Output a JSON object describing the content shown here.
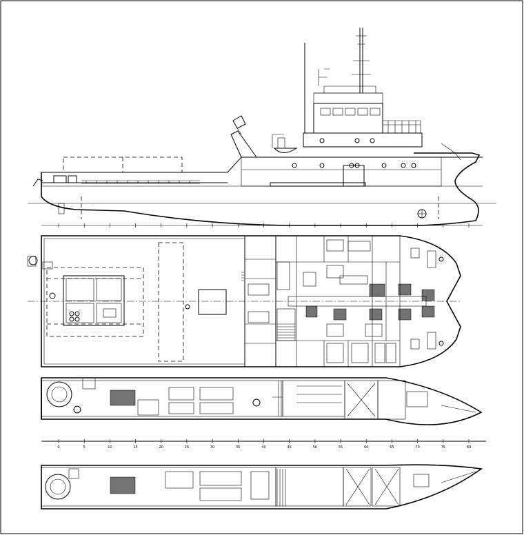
{
  "drawing": {
    "title": "",
    "views": [
      "profile",
      "main-deck-plan",
      "lower-deck-plan",
      "tank-top-plan"
    ],
    "line_color": "#000000",
    "background": "#ffffff"
  },
  "scale_bar": {
    "frame_labels": [
      "0",
      "5",
      "10",
      "15",
      "20",
      "25",
      "30",
      "35",
      "40",
      "45",
      "50",
      "55",
      "60",
      "65",
      "70",
      "75",
      "80"
    ]
  },
  "icons": {
    "crane": "crane-icon",
    "lifeboat": "lifeboat-icon",
    "anchor": "anchor-icon",
    "propeller": "propeller-icon"
  }
}
